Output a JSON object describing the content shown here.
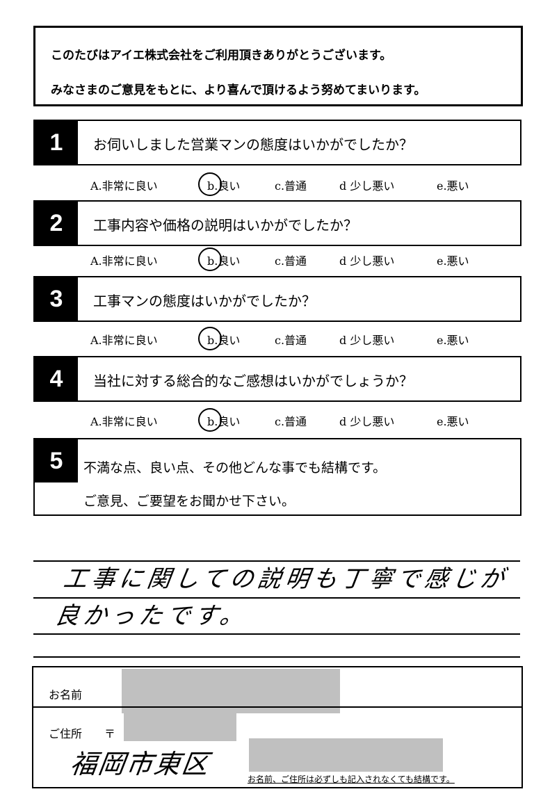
{
  "header": {
    "line1": "このたびはアイエ株式会社をご利用頂きありがとうございます。",
    "line2": "みなさまのご意見をもとに、より喜んで頂けるよう努めてまいります。"
  },
  "options": [
    "A.非常に良い",
    "b.良い",
    "c.普通",
    "d 少し悪い",
    "e.悪い"
  ],
  "questions": [
    {
      "number": "1",
      "text": "お伺いしました営業マンの態度はいかがでしたか？",
      "selected": "b"
    },
    {
      "number": "2",
      "text": "工事内容や価格の説明はいかがでしたか？",
      "selected": "b"
    },
    {
      "number": "3",
      "text": "工事マンの態度はいかがでしたか？",
      "selected": "b"
    },
    {
      "number": "4",
      "text": "当社に対する総合的なご感想はいかがでしょうか？",
      "selected": "b"
    }
  ],
  "q5": {
    "number": "5",
    "line1": "不満な点、良い点、その他どんな事でも結構です。",
    "line2": "ご意見、ご要望をお聞かせ下さい。"
  },
  "comment": {
    "line1": "工事に関しての説明も丁寧で感じが",
    "line2": "良かったです。"
  },
  "contact": {
    "name_label": "お名前",
    "address_label": "ご住所",
    "postal_mark": "〒",
    "address_handwritten": "福岡市東区",
    "note": "お名前、ご住所は必ずしも記入されなくても結構です。"
  }
}
